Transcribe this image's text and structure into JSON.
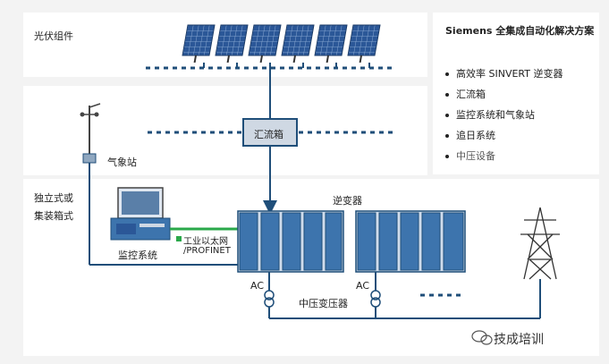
{
  "sections": {
    "pv": "光伏组件",
    "standalone_line1": "独立式或",
    "standalone_line2": "集装箱式"
  },
  "labels": {
    "combiner": "汇流箱",
    "weather_station": "气象站",
    "inverter": "逆变器",
    "monitoring": "监控系统",
    "network_line1": "工业以太网",
    "network_line2": "/PROFINET",
    "ac_left": "AC",
    "ac_right": "AC",
    "mv_transformer": "中压变压器"
  },
  "legend": {
    "title": "Siemens 全集成自动化解决方案",
    "items": [
      "高效率 SINVERT 逆变器",
      "汇流箱",
      "监控系统和气象站",
      "追日系统",
      "中压设备"
    ]
  },
  "watermark": "技成培训",
  "colors": {
    "line": "#1f4e79",
    "inverter": "#3d74ad",
    "panel": "#2b5797",
    "network": "#2aa84a"
  }
}
